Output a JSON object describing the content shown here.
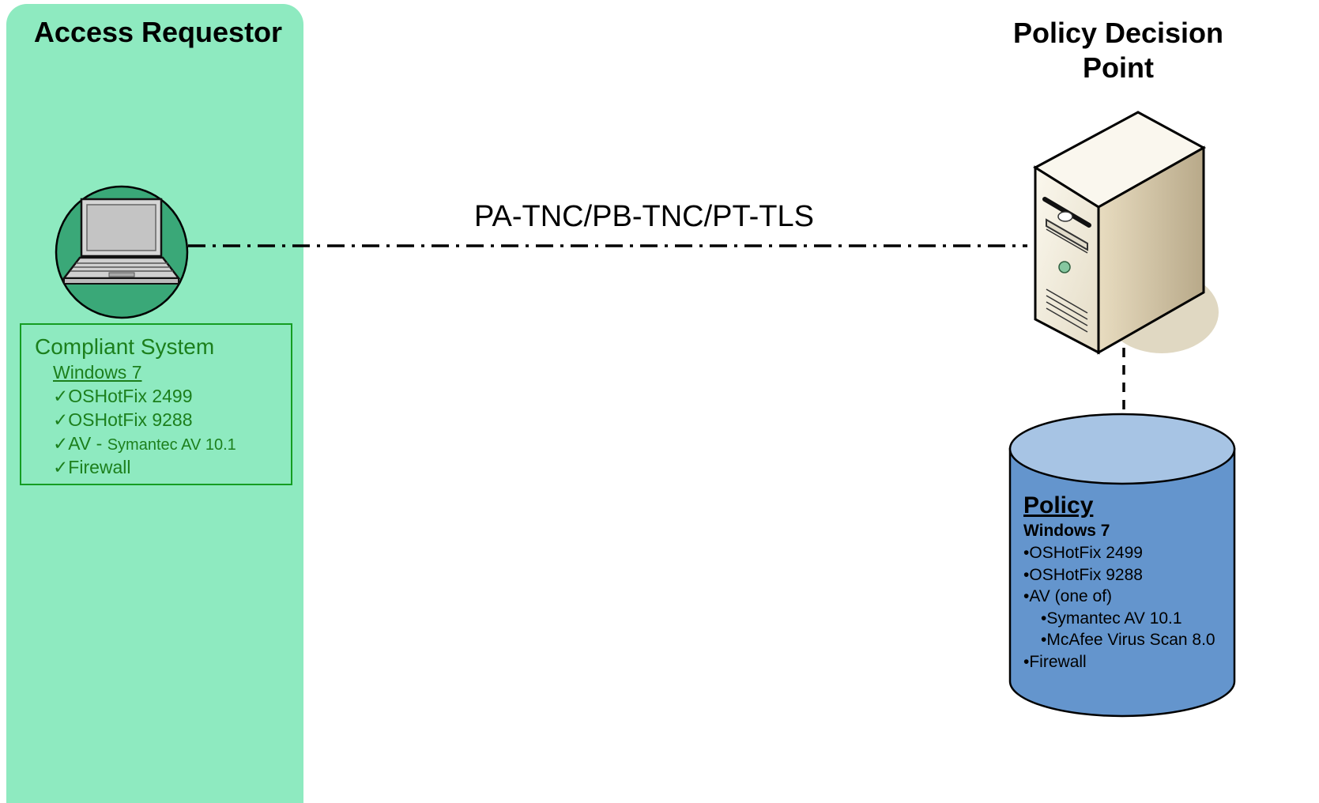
{
  "access_requestor": {
    "title": "Access Requestor",
    "compliant_system": {
      "title": "Compliant System",
      "os": "Windows 7",
      "checkmark": "✓",
      "items": [
        {
          "main": "OSHotFix 2499",
          "sub": ""
        },
        {
          "main": "OSHotFix 9288",
          "sub": ""
        },
        {
          "main": "AV - ",
          "sub": "Symantec AV 10.1"
        },
        {
          "main": "Firewall",
          "sub": ""
        }
      ]
    }
  },
  "connection": {
    "label": "PA-TNC/PB-TNC/PT-TLS"
  },
  "policy_decision_point": {
    "title_line1": "Policy Decision",
    "title_line2": "Point",
    "policy": {
      "title": "Policy",
      "os": "Windows 7",
      "bullet": "•",
      "items": [
        {
          "text": "OSHotFix 2499",
          "indent": false
        },
        {
          "text": "OSHotFix 9288",
          "indent": false
        },
        {
          "text": "AV (one of)",
          "indent": false
        },
        {
          "text": "Symantec AV 10.1",
          "indent": true
        },
        {
          "text": "McAfee Virus Scan 8.0",
          "indent": true
        },
        {
          "text": "Firewall",
          "indent": false
        }
      ]
    }
  },
  "colors": {
    "requestor_panel": "#8eeac0",
    "compliant_text": "#1c7f1c",
    "database_body": "#6495cd",
    "database_top": "#a7c4e4"
  }
}
